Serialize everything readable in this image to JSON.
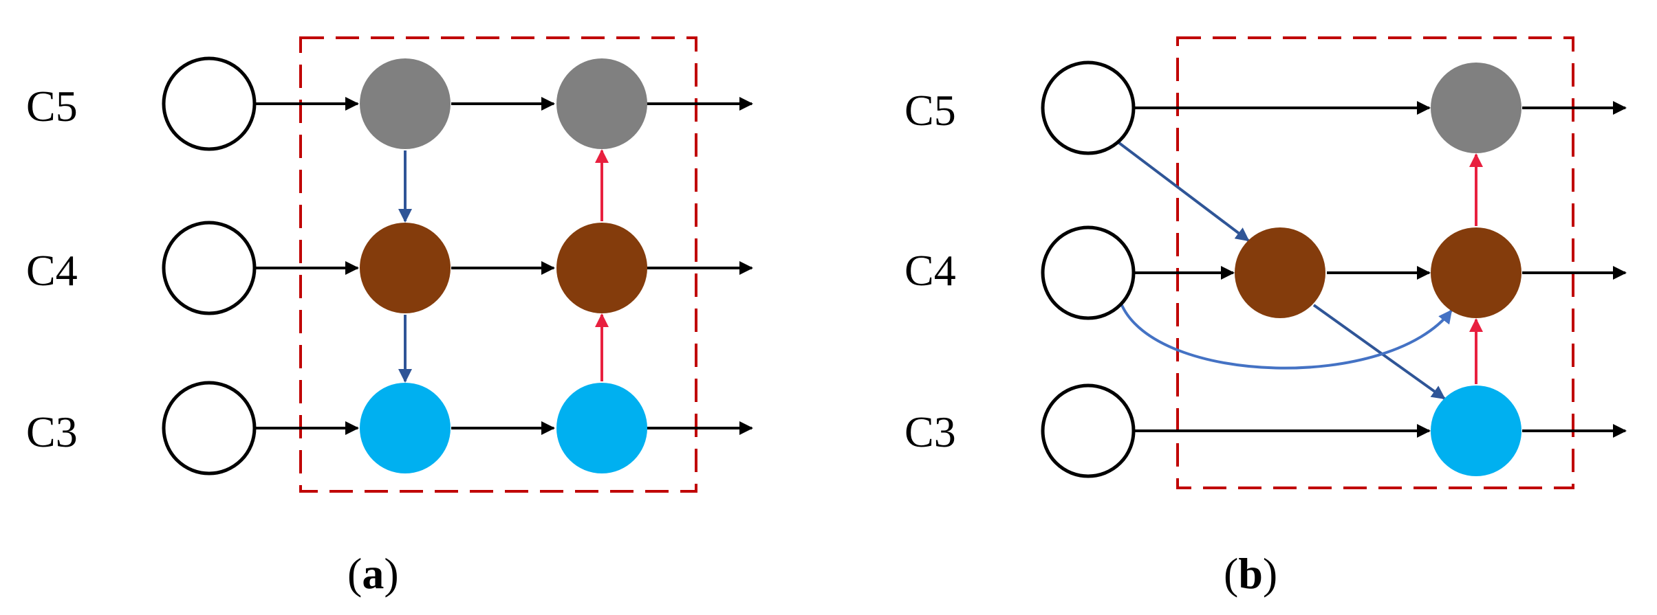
{
  "levels": [
    "C5",
    "C4",
    "C3"
  ],
  "panels": [
    {
      "id": "a",
      "caption": {
        "open": "(",
        "letter": "a",
        "close": ")"
      }
    },
    {
      "id": "b",
      "caption": {
        "open": "(",
        "letter": "b",
        "close": ")"
      }
    }
  ],
  "colors": {
    "c5_node": "#808080",
    "c4_node": "#843c0c",
    "c3_node": "#00b0f0",
    "top_down_arrow": "#2f5597",
    "skip_arrow": "#4472c4",
    "bottom_up_arrow": "#e8203f",
    "box_border": "#c00000"
  }
}
